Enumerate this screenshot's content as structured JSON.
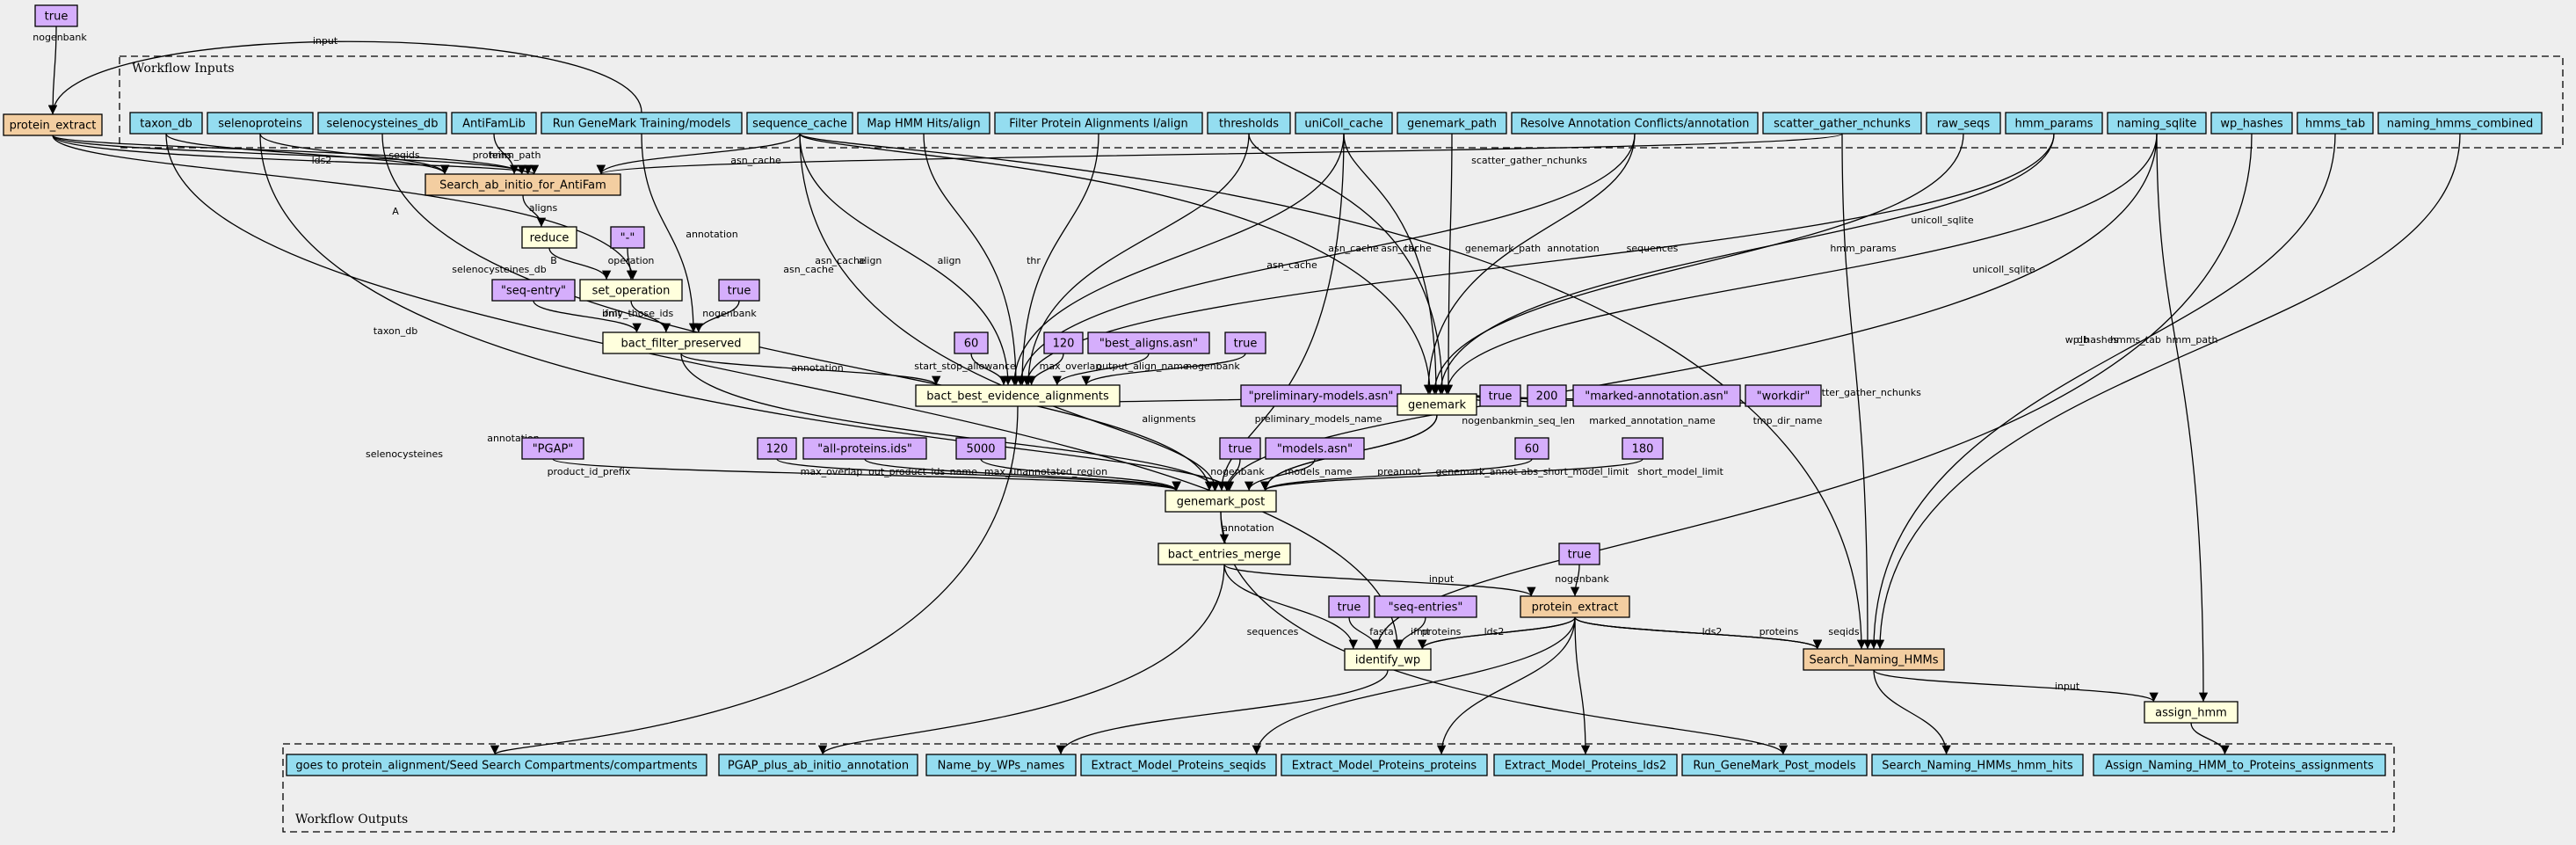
{
  "colors": {
    "input": "#94ddf0",
    "step": "#ffffdd",
    "subworkflow": "#f3cea1",
    "literal": "#d5aefc",
    "background": "#eeeeee"
  },
  "clusters": {
    "inputs": "Workflow Inputs",
    "outputs": "Workflow Outputs"
  },
  "nodes": {
    "true_top": "true",
    "protein_extract_top": "protein_extract",
    "taxon_db": "taxon_db",
    "selenoproteins": "selenoproteins",
    "selenocysteines_db": "selenocysteines_db",
    "antifamlib": "AntiFamLib",
    "run_genemark": "Run GeneMark Training/models",
    "sequence_cache": "sequence_cache",
    "map_hmm": "Map HMM Hits/align",
    "filter_protein": "Filter Protein Alignments I/align",
    "thresholds": "thresholds",
    "unicoll_cache": "uniColl_cache",
    "genemark_path": "genemark_path",
    "resolve_annot": "Resolve Annotation Conflicts/annotation",
    "scatter_gather": "scatter_gather_nchunks",
    "raw_seqs": "raw_seqs",
    "hmm_params": "hmm_params",
    "naming_sqlite": "naming_sqlite",
    "wp_hashes": "wp_hashes",
    "hmms_tab": "hmms_tab",
    "naming_hmms_combined": "naming_hmms_combined",
    "search_antifam": "Search_ab_initio_for_AntiFam",
    "reduce": "reduce",
    "dash_lit": "\"-\"",
    "set_operation": "set_operation",
    "seq_entry_lit": "\"seq-entry\"",
    "true_filter": "true",
    "bact_filter": "bact_filter_preserved",
    "lit_60a": "60",
    "lit_120a": "120",
    "best_aligns_lit": "\"best_aligns.asn\"",
    "true_best": "true",
    "bact_best": "bact_best_evidence_alignments",
    "prelim_models_lit": "\"preliminary-models.asn\"",
    "true_gm": "true",
    "lit_200": "200",
    "marked_annot_lit": "\"marked-annotation.asn\"",
    "workdir_lit": "\"workdir\"",
    "genemark": "genemark",
    "pgap_lit": "\"PGAP\"",
    "lit_120b": "120",
    "all_proteins_lit": "\"all-proteins.ids\"",
    "lit_5000": "5000",
    "true_post": "true",
    "models_asn_lit": "\"models.asn\"",
    "lit_60b": "60",
    "lit_180": "180",
    "genemark_post": "genemark_post",
    "bact_entries": "bact_entries_merge",
    "true_pe": "true",
    "protein_extract_mid": "protein_extract",
    "true_wp": "true",
    "seq_entries_lit": "\"seq-entries\"",
    "identify_wp": "identify_wp",
    "search_naming": "Search_Naming_HMMs",
    "assign_hmm": "assign_hmm",
    "out_compartments": "goes to protein_alignment/Seed Search Compartments/compartments",
    "out_pgap": "PGAP_plus_ab_initio_annotation",
    "out_name_wp": "Name_by_WPs_names",
    "out_seqids": "Extract_Model_Proteins_seqids",
    "out_proteins": "Extract_Model_Proteins_proteins",
    "out_lds2": "Extract_Model_Proteins_lds2",
    "out_gm_post": "Run_GeneMark_Post_models",
    "out_hmm_hits": "Search_Naming_HMMs_hmm_hits",
    "out_assign": "Assign_Naming_HMM_to_Proteins_assignments"
  },
  "edge_labels": {
    "nogenbank": "nogenbank",
    "input": "input",
    "seqids": "seqids",
    "proteins": "proteins",
    "hmm_path": "hmm_path",
    "lds2": "lds2",
    "asn_cache": "asn_cache",
    "scatter_gather_nchunks": "scatter_gather_nchunks",
    "aligns": "aligns",
    "A": "A",
    "B": "B",
    "operation": "operation",
    "ifmt": "ifmt",
    "only_those_ids": "only_those_ids",
    "annotation": "annotation",
    "selenocysteines": "selenocysteines",
    "selenocysteines_db": "selenocysteines_db",
    "taxon_db": "taxon_db",
    "align": "align",
    "thr": "thr",
    "start_stop_allowance": "start_stop_allowance",
    "max_overlap": "max_overlap",
    "output_align_name": "output_align_name",
    "genemark_path": "genemark_path",
    "sequences": "sequences",
    "hmm_params": "hmm_params",
    "unicoll_sqlite": "unicoll_sqlite",
    "alignments": "alignments",
    "preliminary_models_name": "preliminary_models_name",
    "min_seq_len": "min_seq_len",
    "marked_annotation_name": "marked_annotation_name",
    "tmp_dir_name": "tmp_dir_name",
    "product_id_prefix": "product_id_prefix",
    "out_product_ids_name": "out_product_ids_name",
    "max_unannotated_region": "max_unannotated_region",
    "models_name": "models_name",
    "preannot": "preannot",
    "genemark_annot": "genemark_annot",
    "abs_short_model_limit": "abs_short_model_limit",
    "short_model_limit": "short_model_limit",
    "wp_hashes": "wp_hashes",
    "hmms_tab": "hmms_tab",
    "db": "db",
    "fasta": "fasta"
  }
}
